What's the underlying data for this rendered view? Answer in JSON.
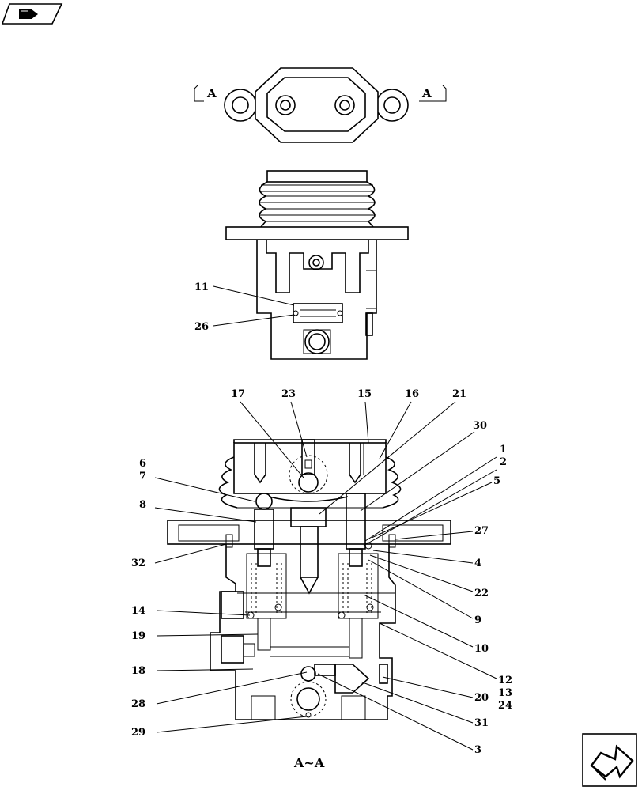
{
  "section_marks": {
    "left": "A",
    "right": "A"
  },
  "section_caption": "A~A",
  "callouts": {
    "c1": "1",
    "c2": "2",
    "c3": "3",
    "c4": "4",
    "c5": "5",
    "c6": "6",
    "c7": "7",
    "c8": "8",
    "c9": "9",
    "c10": "10",
    "c11": "11",
    "c12": "12",
    "c13": "13",
    "c14": "14",
    "c15": "15",
    "c16": "16",
    "c17": "17",
    "c18": "18",
    "c19": "19",
    "c20": "20",
    "c21": "21",
    "c22": "22",
    "c23": "23",
    "c24": "24",
    "c26": "26",
    "c27": "27",
    "c28": "28",
    "c29": "29",
    "c30": "30",
    "c31": "31",
    "c32": "32"
  },
  "icons": {
    "top_left": "book-icon",
    "bottom_right": "arrow-navigation-icon"
  }
}
